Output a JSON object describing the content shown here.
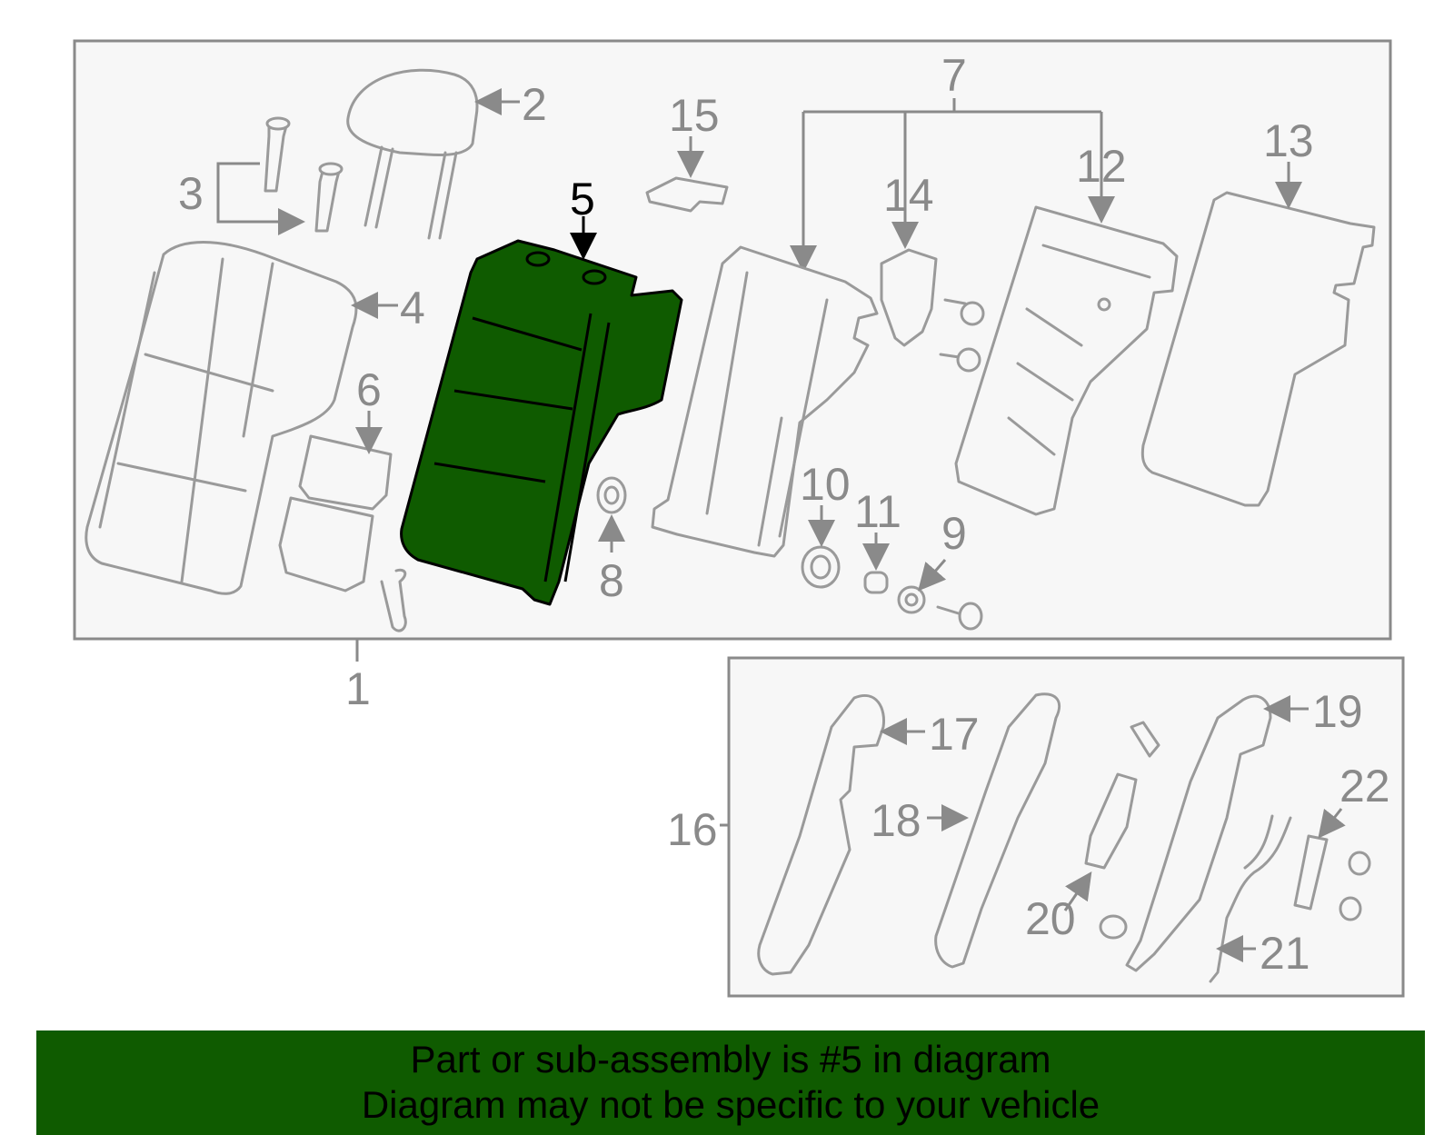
{
  "diagram": {
    "callouts": {
      "c1": "1",
      "c2": "2",
      "c3": "3",
      "c4": "4",
      "c5": "5",
      "c6": "6",
      "c7": "7",
      "c8": "8",
      "c9": "9",
      "c10": "10",
      "c11": "11",
      "c12": "12",
      "c13": "13",
      "c14": "14",
      "c15": "15",
      "c16": "16",
      "c17": "17",
      "c18": "18",
      "c19": "19",
      "c20": "20",
      "c21": "21",
      "c22": "22"
    },
    "highlighted_part": "5",
    "highlight_color": "#0f5b00"
  },
  "banner": {
    "line1": "Part or sub-assembly is #5 in diagram",
    "line2": "Diagram may not be specific to your vehicle",
    "background": "#0f5b00"
  }
}
